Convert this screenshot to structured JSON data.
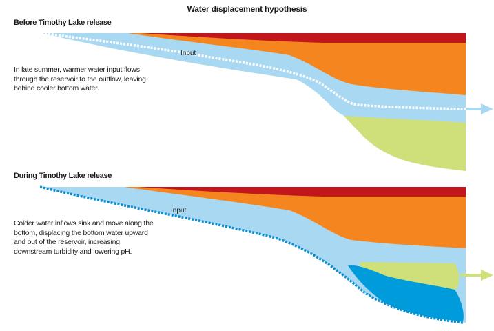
{
  "title": "Water displacement hypothesis",
  "panels": [
    {
      "heading": "Before Timothy Lake release",
      "description": "In late summer, warmer water input flows through the reservoir to the outflow, leaving behind cooler bottom water.",
      "flow_label": "Input"
    },
    {
      "heading": "During Timothy Lake release",
      "description": "Colder water inflows sink and move along the bottom, displacing the bottom water upward and out of the reservoir, increasing downstream turbidity and lowering pH.",
      "flow_label": "Input"
    }
  ],
  "colors": {
    "warm_surface": "#c0161c",
    "upper_layer": "#f5861f",
    "inflow": "#a9d8f2",
    "inflow_dash": "#ffffff",
    "cool_bottom": "#cfe07a",
    "cold_inflow": "#009bdb",
    "cold_dash": "#0a8fd1",
    "arrow_inflow": "#a9d8f2",
    "arrow_bottom": "#cfe07a"
  }
}
